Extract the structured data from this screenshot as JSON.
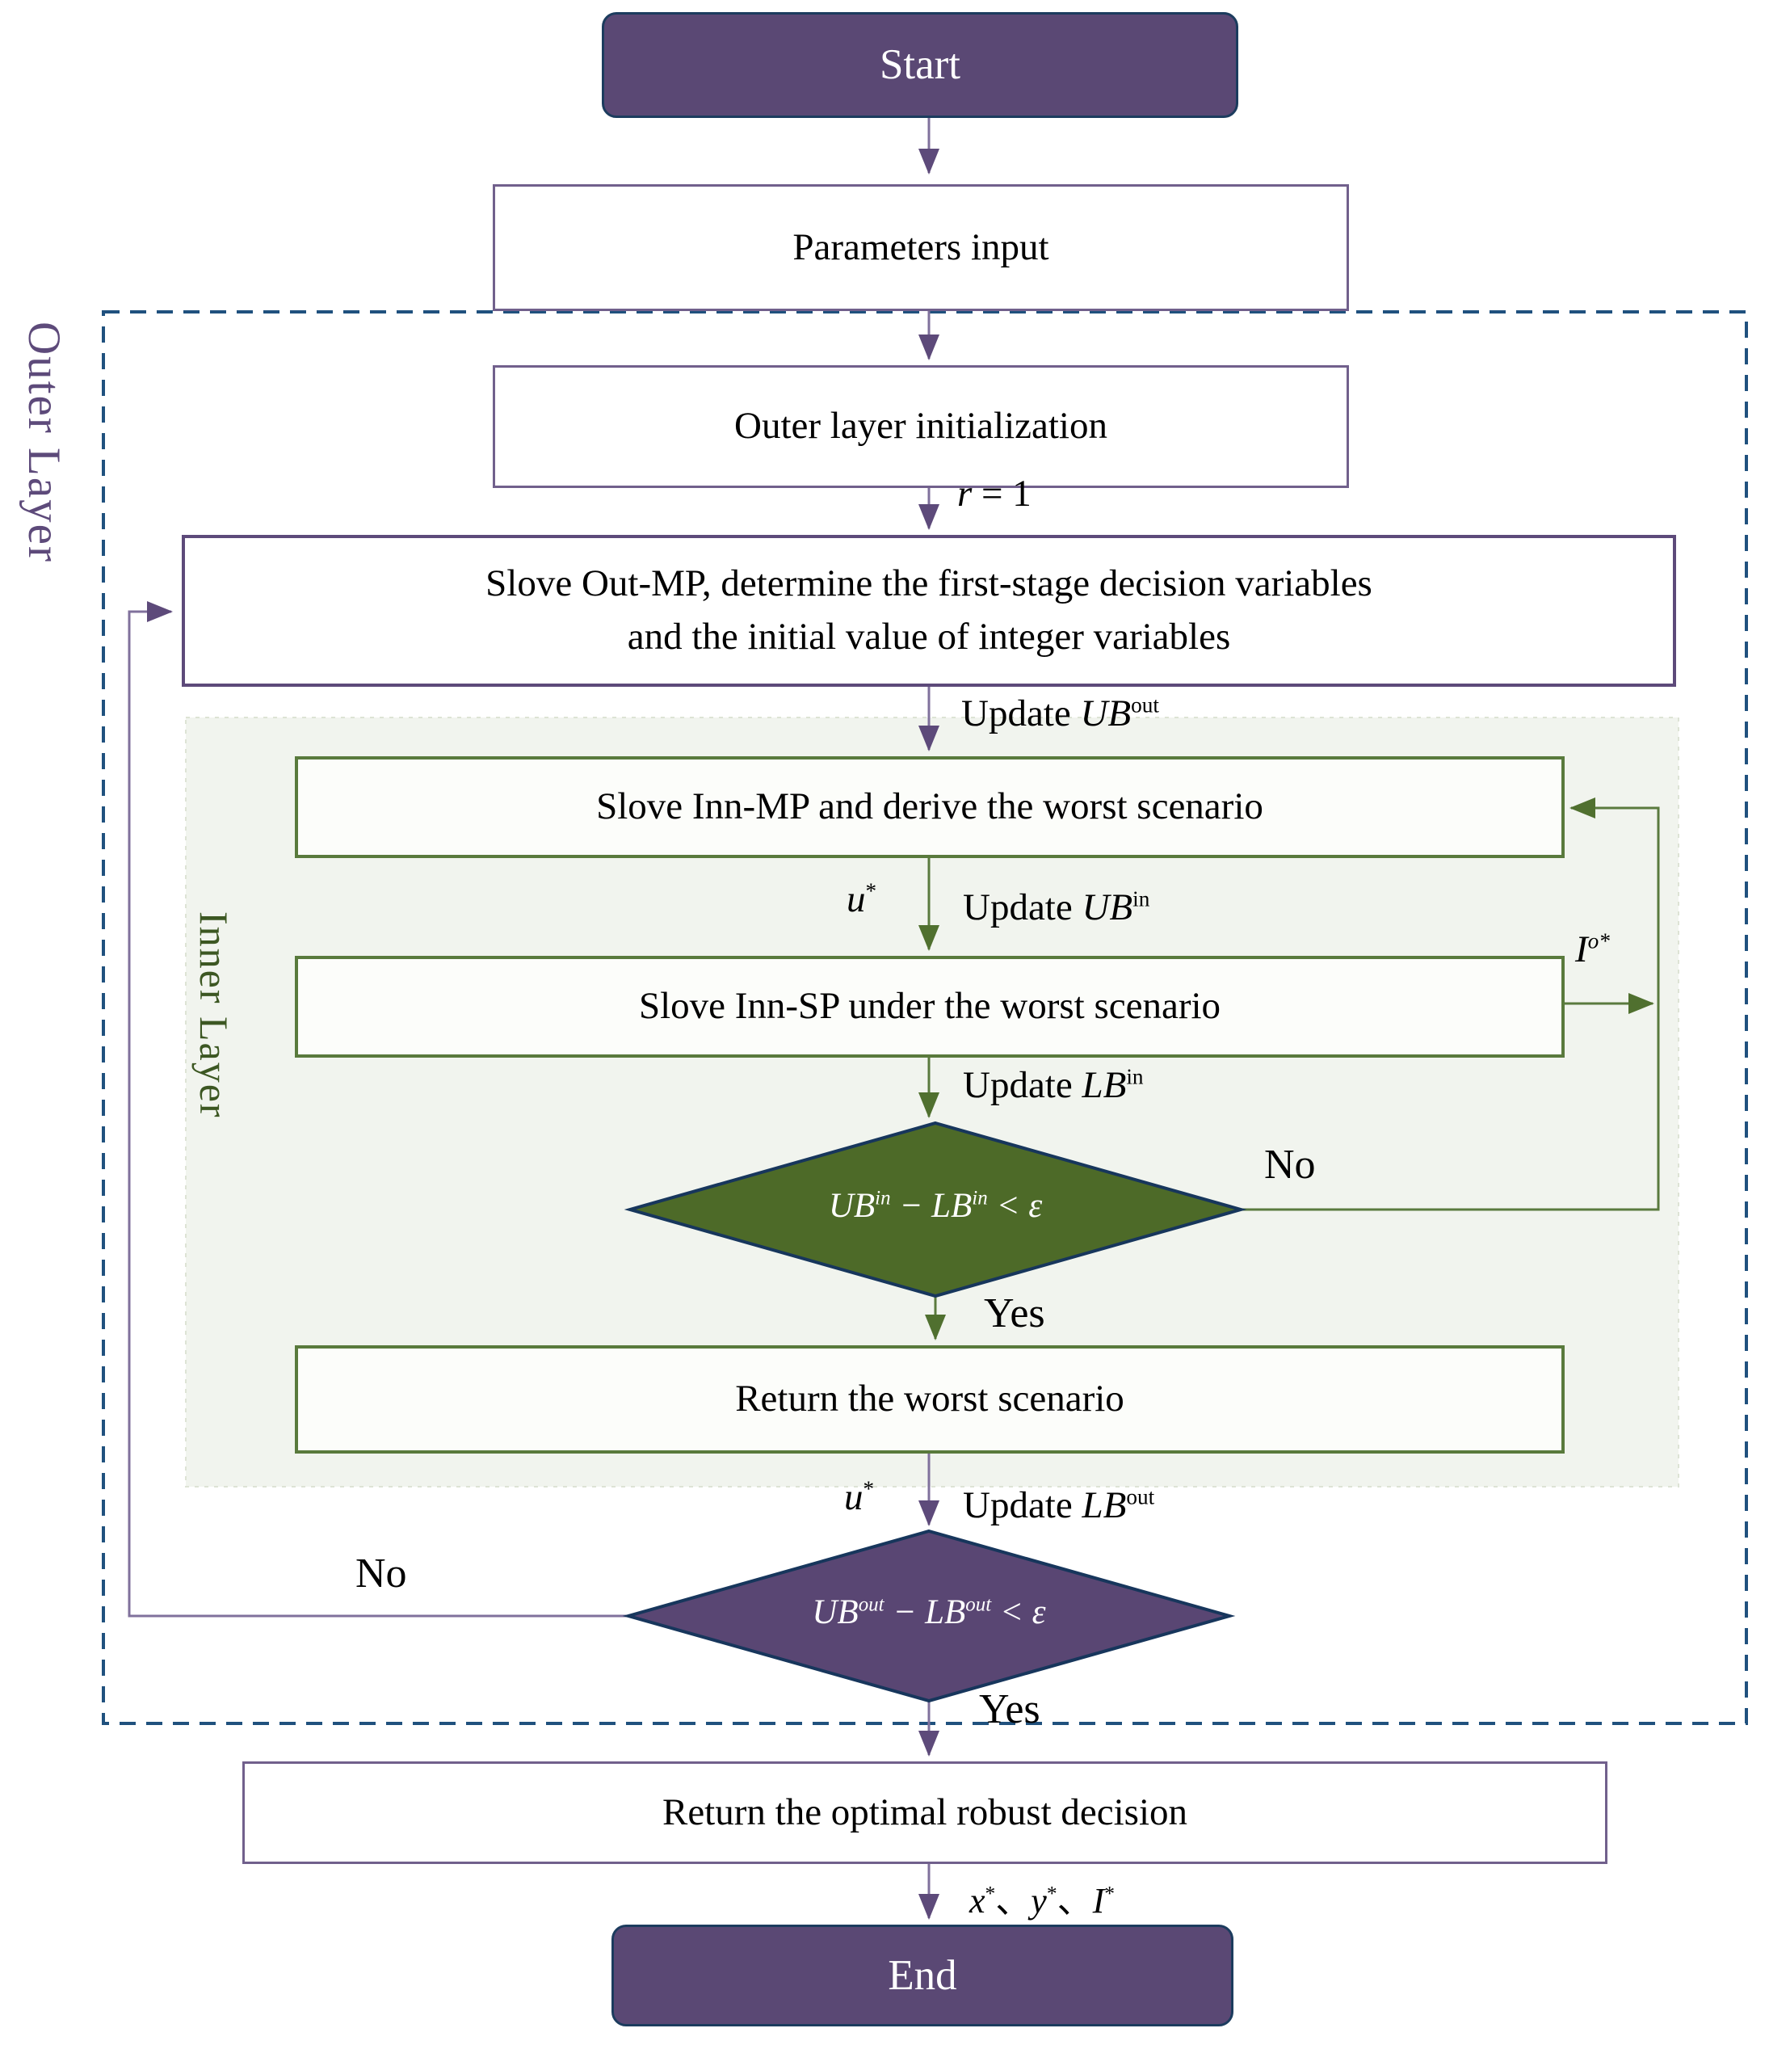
{
  "diagram": {
    "layer_labels": {
      "outer": "Outer Layer",
      "inner": "Inner Layer"
    },
    "nodes": {
      "start": "Start",
      "params": "Parameters input",
      "outer_init": "Outer layer initialization",
      "out_mp_line1": "Slove Out-MP, determine the first-stage decision variables",
      "out_mp_line2": "and the initial value of integer variables",
      "inn_mp": "Slove Inn-MP and derive the worst scenario",
      "inn_sp": "Slove Inn-SP under the worst scenario",
      "return_worst": "Return the worst scenario",
      "return_optimal": "Return the optimal robust decision",
      "end": "End"
    },
    "decisions": {
      "inner": {
        "t1": "UB",
        "s1": "in",
        "t2": " − ",
        "t3": "LB",
        "s2": "in",
        "t4": " < ε"
      },
      "outer": {
        "t1": "UB",
        "s1": "out",
        "t2": " − ",
        "t3": "LB",
        "s2": "out",
        "t4": " < ε"
      }
    },
    "edge_labels": {
      "r_eq": {
        "var": "r",
        "rest": " = 1"
      },
      "update_ub_out": {
        "prefix": "Update ",
        "base": "UB",
        "sup": "out"
      },
      "u_star1": {
        "base": "u",
        "sup": "*"
      },
      "update_ub_in": {
        "prefix": "Update ",
        "base": "UB",
        "sup": "in"
      },
      "i_o_star": {
        "base": "I",
        "sup": "o*"
      },
      "update_lb_in": {
        "prefix": "Update ",
        "base": "LB",
        "sup": "in"
      },
      "no_inner": "No",
      "yes_inner": "Yes",
      "u_star2": {
        "base": "u",
        "sup": "*"
      },
      "update_lb_out": {
        "prefix": "Update ",
        "base": "LB",
        "sup": "out"
      },
      "no_outer": "No",
      "yes_outer": "Yes",
      "xyI": {
        "x": "x",
        "xs": "*",
        "sep1": "、",
        "y": "y",
        "ys": "*",
        "sep2": "、",
        "I": "I",
        "Is": "*"
      }
    },
    "colors": {
      "terminal_fill": "#5a4874",
      "terminal_border": "#1c3c5e",
      "purple_border": "#71608c",
      "purple_line": "#80719c",
      "purple_arrow": "#5d4a7a",
      "green_border": "#597a3c",
      "green_line": "#5a7a3e",
      "olive_diamond": "#4d6a28",
      "purple_diamond": "#594673",
      "diamond_border": "#17365c",
      "dashed_border": "#20517e",
      "inner_bg": "#f1f4ee"
    }
  }
}
